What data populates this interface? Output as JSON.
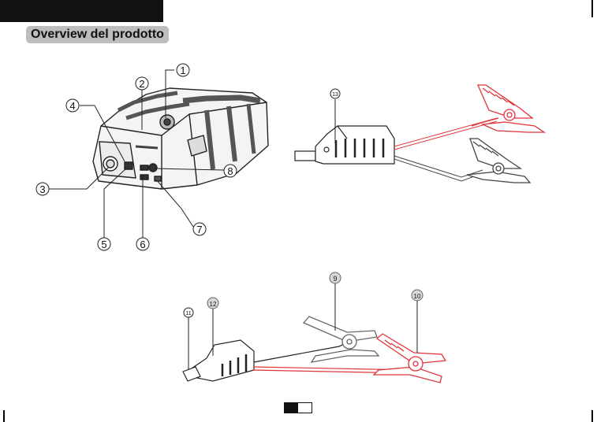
{
  "header": {
    "title": "Overview del prodotto"
  },
  "callouts": {
    "c1": "1",
    "c2": "2",
    "c3": "3",
    "c4": "4",
    "c5": "5",
    "c6": "6",
    "c7": "7",
    "c8": "8",
    "c9": "9",
    "c10": "10",
    "c11": "11",
    "c12": "12",
    "c13": "13"
  },
  "colors": {
    "red_clamp": "#e0343a",
    "black_clamp": "#444444",
    "pill": "#bdbdbd"
  }
}
